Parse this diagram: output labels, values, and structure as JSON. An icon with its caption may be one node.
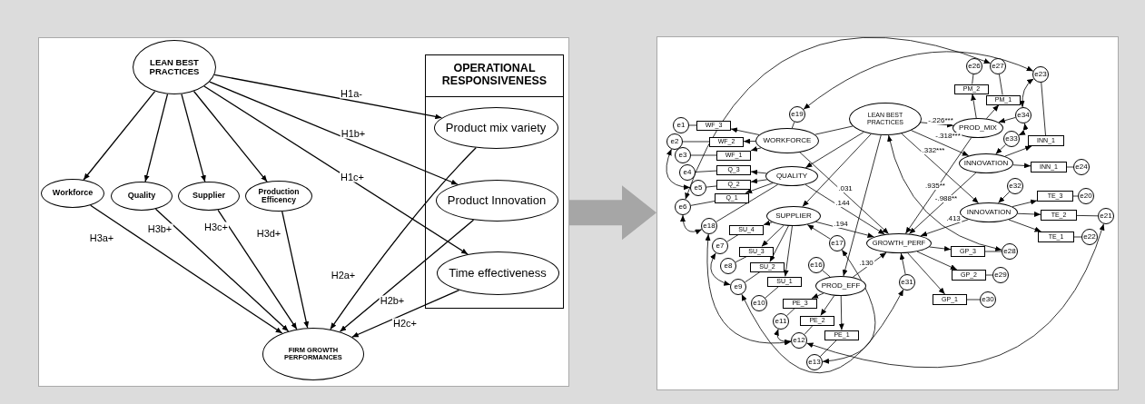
{
  "diagram": {
    "nodes": [
      {
        "text": [],
        "shape": "box"
      },
      {
        "text": [
          "LEAN BEST PRACTICES"
        ],
        "in": 0
      },
      {
        "text": [
          "Workforce"
        ],
        "in": 0
      },
      {
        "text": [
          "Quality"
        ],
        "in": 0
      },
      {
        "text": [
          "Supplier"
        ],
        "in": 0
      },
      {
        "text": [
          "Production Efficency"
        ],
        "in": 0
      },
      {
        "text": [
          "OPERATIONAL RESPONSIVENESS"
        ],
        "in": 0
      },
      {
        "text": [
          "Product mix variety"
        ],
        "in": 6
      },
      {
        "text": [
          "Product Innovation"
        ],
        "in": 6
      },
      {
        "text": [
          "Time effectiveness"
        ],
        "in": 6
      },
      {
        "text": [
          "FIRM GROWTH PERFORMANCES"
        ],
        "in": 0
      },
      {
        "text": [],
        "shape": "box"
      },
      {
        "text": [
          "LEAN BEST PRACTICES"
        ],
        "in": 11
      },
      {
        "text": [
          "WORKFORCE"
        ],
        "in": 11
      },
      {
        "text": [
          "QUALITY"
        ],
        "in": 11
      },
      {
        "text": [
          "SUPPLIER"
        ],
        "in": 11
      },
      {
        "text": [
          "PROD_EFF"
        ],
        "in": 11
      },
      {
        "text": [
          "PROD_MIX"
        ],
        "in": 11
      },
      {
        "text": [
          "INNOVATION"
        ],
        "in": 11
      },
      {
        "text": [
          "INNOVATION"
        ],
        "in": 11
      },
      {
        "text": [
          "GROWTH_PERF"
        ],
        "in": 11
      },
      {
        "text": [
          "WF_3"
        ],
        "in": 11
      },
      {
        "text": [
          "WF_2"
        ],
        "in": 11
      },
      {
        "text": [
          "WF_1"
        ],
        "in": 11
      },
      {
        "text": [
          "Q_3"
        ],
        "in": 11
      },
      {
        "text": [
          "Q_2"
        ],
        "in": 11
      },
      {
        "text": [
          "Q_1"
        ],
        "in": 11
      },
      {
        "text": [
          "SU_4"
        ],
        "in": 11
      },
      {
        "text": [
          "SU_3"
        ],
        "in": 11
      },
      {
        "text": [
          "SU_2"
        ],
        "in": 11
      },
      {
        "text": [
          "SU_1"
        ],
        "in": 11
      },
      {
        "text": [
          "PE_3"
        ],
        "in": 11
      },
      {
        "text": [
          "PE_2"
        ],
        "in": 11
      },
      {
        "text": [
          "PE_1"
        ],
        "in": 11
      },
      {
        "text": [
          "PM_2"
        ],
        "in": 11
      },
      {
        "text": [
          "PM_1"
        ],
        "in": 11
      },
      {
        "text": [
          "INN_1"
        ],
        "in": 11
      },
      {
        "text": [
          "INN_1"
        ],
        "in": 11
      },
      {
        "text": [
          "TE_3"
        ],
        "in": 11
      },
      {
        "text": [
          "TE_2"
        ],
        "in": 11
      },
      {
        "text": [
          "TE_1"
        ],
        "in": 11
      },
      {
        "text": [
          "GP_3"
        ],
        "in": 11
      },
      {
        "text": [
          "GP_2"
        ],
        "in": 11
      },
      {
        "text": [
          "GP_1"
        ],
        "in": 11
      },
      {
        "text": [
          "e1"
        ],
        "in": 11
      },
      {
        "text": [
          "e2"
        ],
        "in": 11
      },
      {
        "text": [
          "e3"
        ],
        "in": 11
      },
      {
        "text": [
          "e4"
        ],
        "in": 11
      },
      {
        "text": [
          "e5"
        ],
        "in": 11
      },
      {
        "text": [
          "e6"
        ],
        "in": 11
      },
      {
        "text": [
          "e7"
        ],
        "in": 11
      },
      {
        "text": [
          "e8"
        ],
        "in": 11
      },
      {
        "text": [
          "e9"
        ],
        "in": 11
      },
      {
        "text": [
          "e10"
        ],
        "in": 11
      },
      {
        "text": [
          "e11"
        ],
        "in": 11
      },
      {
        "text": [
          "e12"
        ],
        "in": 11
      },
      {
        "text": [
          "e13"
        ],
        "in": 11
      },
      {
        "text": [
          "e16"
        ],
        "in": 11
      },
      {
        "text": [
          "e17"
        ],
        "in": 11
      },
      {
        "text": [
          "e18"
        ],
        "in": 11
      },
      {
        "text": [
          "e19"
        ],
        "in": 11
      },
      {
        "text": [
          "e20"
        ],
        "in": 11
      },
      {
        "text": [
          "e21"
        ],
        "in": 11
      },
      {
        "text": [
          "e22"
        ],
        "in": 11
      },
      {
        "text": [
          "e23"
        ],
        "in": 11
      },
      {
        "text": [
          "e24"
        ],
        "in": 11
      },
      {
        "text": [
          "e26"
        ],
        "in": 11
      },
      {
        "text": [
          "e27"
        ],
        "in": 11
      },
      {
        "text": [
          "e28"
        ],
        "in": 11
      },
      {
        "text": [
          "e29"
        ],
        "in": 11
      },
      {
        "text": [
          "e30"
        ],
        "in": 11
      },
      {
        "text": [
          "e31"
        ],
        "in": 11
      },
      {
        "text": [
          "e32"
        ],
        "in": 11
      },
      {
        "text": [
          "e33"
        ],
        "in": 11
      },
      {
        "text": [
          "e34"
        ],
        "in": 11
      }
    ],
    "edges": [
      {
        "from": 1,
        "to": 2,
        "arrow": "to"
      },
      {
        "from": 1,
        "to": 3,
        "arrow": "to"
      },
      {
        "from": 1,
        "to": 4,
        "arrow": "to"
      },
      {
        "from": 1,
        "to": 5,
        "arrow": "to"
      },
      {
        "from": 1,
        "to": 7,
        "arrow": "to",
        "label": "H1a-"
      },
      {
        "from": 1,
        "to": 8,
        "arrow": "to",
        "label": "H1b+"
      },
      {
        "from": 1,
        "to": 9,
        "arrow": "to",
        "label": "H1c+"
      },
      {
        "from": 2,
        "to": 10,
        "arrow": "to",
        "label": "H3a+"
      },
      {
        "from": 3,
        "to": 10,
        "arrow": "to",
        "label": "H3b+"
      },
      {
        "from": 4,
        "to": 10,
        "arrow": "to",
        "label": "H3c+"
      },
      {
        "from": 5,
        "to": 10,
        "arrow": "to",
        "label": "H3d+"
      },
      {
        "from": 7,
        "to": 10,
        "arrow": "to",
        "label": "H2a+"
      },
      {
        "from": 8,
        "to": 10,
        "arrow": "to",
        "label": "H2b+"
      },
      {
        "from": 9,
        "to": 10,
        "arrow": "to",
        "label": "H2c+"
      },
      {
        "from": 0,
        "to": 11,
        "arrow": "to",
        "style": "thick",
        "color": "#a6a6a6"
      },
      {
        "from": 12,
        "to": 13,
        "arrow": "none"
      },
      {
        "from": 12,
        "to": 14,
        "arrow": "to"
      },
      {
        "from": 12,
        "to": 15,
        "arrow": "to"
      },
      {
        "from": 12,
        "to": 16,
        "arrow": "to"
      },
      {
        "from": 12,
        "to": 17,
        "arrow": "to",
        "label": "-.226***"
      },
      {
        "from": 12,
        "to": 18,
        "arrow": "to",
        "label": "-.318***"
      },
      {
        "from": 12,
        "to": 19,
        "arrow": "to",
        "label": ".332***"
      },
      {
        "from": 13,
        "to": 20,
        "arrow": "to",
        "label": ".031"
      },
      {
        "from": 14,
        "to": 20,
        "arrow": "to",
        "label": ".144"
      },
      {
        "from": 15,
        "to": 20,
        "arrow": "to",
        "label": ".194"
      },
      {
        "from": 16,
        "to": 20,
        "arrow": "to",
        "label": ".130"
      },
      {
        "from": 17,
        "to": 20,
        "arrow": "to",
        "label": ".935**"
      },
      {
        "from": 18,
        "to": 20,
        "arrow": "to",
        "label": "-.988**"
      },
      {
        "from": 19,
        "to": 20,
        "arrow": "to",
        "label": ".413"
      },
      {
        "from": 13,
        "to": 21,
        "arrow": "to"
      },
      {
        "from": 13,
        "to": 22,
        "arrow": "to"
      },
      {
        "from": 13,
        "to": 23,
        "arrow": "to"
      },
      {
        "from": 14,
        "to": 24,
        "arrow": "to"
      },
      {
        "from": 14,
        "to": 25,
        "arrow": "to"
      },
      {
        "from": 14,
        "to": 26,
        "arrow": "to"
      },
      {
        "from": 15,
        "to": 27,
        "arrow": "to"
      },
      {
        "from": 15,
        "to": 28,
        "arrow": "to"
      },
      {
        "from": 15,
        "to": 29,
        "arrow": "to"
      },
      {
        "from": 15,
        "to": 30,
        "arrow": "to"
      },
      {
        "from": 16,
        "to": 31,
        "arrow": "to"
      },
      {
        "from": 16,
        "to": 32,
        "arrow": "to"
      },
      {
        "from": 16,
        "to": 33,
        "arrow": "to"
      },
      {
        "from": 17,
        "to": 34,
        "arrow": "to"
      },
      {
        "from": 17,
        "to": 35,
        "arrow": "to"
      },
      {
        "from": 18,
        "to": 36,
        "arrow": "to"
      },
      {
        "from": 18,
        "to": 37,
        "arrow": "to"
      },
      {
        "from": 19,
        "to": 38,
        "arrow": "to"
      },
      {
        "from": 19,
        "to": 39,
        "arrow": "to"
      },
      {
        "from": 19,
        "to": 40,
        "arrow": "to"
      },
      {
        "from": 20,
        "to": 41,
        "arrow": "to"
      },
      {
        "from": 20,
        "to": 42,
        "arrow": "to"
      },
      {
        "from": 20,
        "to": 43,
        "arrow": "to"
      },
      {
        "from": 44,
        "to": 21,
        "arrow": "none"
      },
      {
        "from": 45,
        "to": 22,
        "arrow": "none"
      },
      {
        "from": 46,
        "to": 23,
        "arrow": "none"
      },
      {
        "from": 47,
        "to": 24,
        "arrow": "none"
      },
      {
        "from": 48,
        "to": 25,
        "arrow": "none"
      },
      {
        "from": 49,
        "to": 26,
        "arrow": "none"
      },
      {
        "from": 50,
        "to": 27,
        "arrow": "none"
      },
      {
        "from": 51,
        "to": 28,
        "arrow": "none"
      },
      {
        "from": 52,
        "to": 29,
        "arrow": "none"
      },
      {
        "from": 53,
        "to": 30,
        "arrow": "none"
      },
      {
        "from": 54,
        "to": 31,
        "arrow": "none"
      },
      {
        "from": 55,
        "to": 32,
        "arrow": "none"
      },
      {
        "from": 56,
        "to": 33,
        "arrow": "none"
      },
      {
        "from": 66,
        "to": 34,
        "arrow": "none"
      },
      {
        "from": 67,
        "to": 35,
        "arrow": "none"
      },
      {
        "from": 64,
        "to": 36,
        "arrow": "none"
      },
      {
        "from": 65,
        "to": 37,
        "arrow": "none"
      },
      {
        "from": 61,
        "to": 38,
        "arrow": "none"
      },
      {
        "from": 62,
        "to": 39,
        "arrow": "none"
      },
      {
        "from": 63,
        "to": 40,
        "arrow": "none"
      },
      {
        "from": 68,
        "to": 41,
        "arrow": "none"
      },
      {
        "from": 69,
        "to": 42,
        "arrow": "none"
      },
      {
        "from": 70,
        "to": 43,
        "arrow": "none"
      },
      {
        "from": 57,
        "to": 16,
        "arrow": "none"
      },
      {
        "from": 58,
        "to": 15,
        "arrow": "to"
      },
      {
        "from": 59,
        "to": 14,
        "arrow": "none"
      },
      {
        "from": 60,
        "to": 13,
        "arrow": "none"
      },
      {
        "from": 71,
        "to": 20,
        "arrow": "to"
      },
      {
        "from": 72,
        "to": 19,
        "arrow": "to"
      },
      {
        "from": 73,
        "to": 18,
        "arrow": "to"
      },
      {
        "from": 74,
        "to": 17,
        "arrow": "to"
      },
      {
        "from": 45,
        "to": 48,
        "arrow": "both"
      },
      {
        "from": 49,
        "to": 59,
        "arrow": "both"
      },
      {
        "from": 50,
        "to": 52,
        "arrow": "both"
      },
      {
        "from": 54,
        "to": 55,
        "arrow": "both"
      },
      {
        "from": 64,
        "to": 74,
        "arrow": "both"
      },
      {
        "from": 73,
        "to": 74,
        "arrow": "both"
      },
      {
        "from": 60,
        "to": 64,
        "arrow": "both"
      },
      {
        "from": 56,
        "to": 58,
        "arrow": "both"
      },
      {
        "from": 52,
        "to": 71,
        "arrow": "both"
      },
      {
        "from": 49,
        "to": 67,
        "arrow": "both"
      },
      {
        "from": 55,
        "to": 62,
        "arrow": "both"
      },
      {
        "from": 12,
        "to": 68,
        "arrow": "both"
      },
      {
        "from": 59,
        "to": 55,
        "arrow": "both"
      }
    ]
  }
}
